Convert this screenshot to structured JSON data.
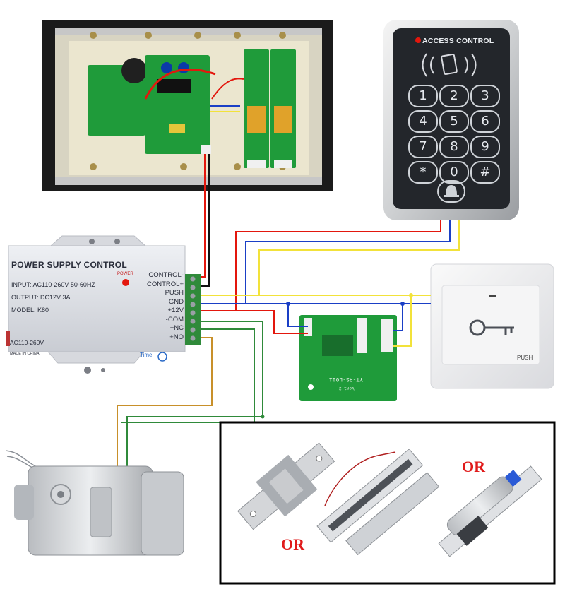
{
  "keypad": {
    "brand_label": "ACCESS CONTROL",
    "keys": [
      "1",
      "2",
      "3",
      "4",
      "5",
      "6",
      "7",
      "8",
      "9",
      "*",
      "0",
      "#"
    ]
  },
  "power_supply": {
    "title": "POWER SUPPLY CONTROL",
    "power_label": "POWER",
    "input": "INPUT: AC110-260V 50-60HZ",
    "output": "OUTPUT: DC12V 3A",
    "model": "MODEL: K80",
    "ac_label": "AC110-260V",
    "made_in": "MADE IN CHINA",
    "time_label": "Time",
    "terminals": [
      "CONTROL-",
      "CONTROL+",
      "PUSH",
      "GND",
      "+12V",
      "-COM",
      "+NC",
      "+NO"
    ]
  },
  "exit_button": {
    "label": "PUSH"
  },
  "relay_board": {
    "silk_top": "YT-RS-L011",
    "silk_ver": "Ver1.3"
  },
  "lock_box": {
    "or_1": "OR",
    "or_2": "OR"
  },
  "colors": {
    "red": "#e3170d",
    "blue": "#1a3fc6",
    "yellow": "#f2e23a",
    "black": "#111111",
    "orange": "#c8902a",
    "green": "#2f8a3a",
    "pcb": "#1f9b3a",
    "keypad_face": "#23262b"
  }
}
